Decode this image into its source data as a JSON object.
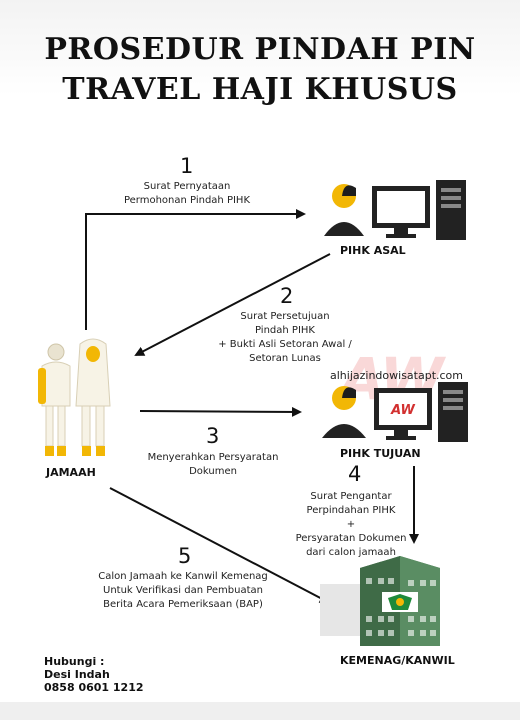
{
  "title": {
    "line1": "PROSEDUR PINDAH PIN",
    "line2": "TRAVEL HAJI KHUSUS"
  },
  "watermark": {
    "text": "AW",
    "color": "#e23a3a"
  },
  "website": "alhijazindowisatapt.com",
  "nodes": {
    "jamaah": "JAMAAH",
    "pihk_asal": "PIHK ASAL",
    "pihk_tujuan": "PIHK TUJUAN",
    "kemenag": "KEMENAG/KANWIL"
  },
  "monitor_badge": "AW",
  "steps": [
    {
      "number": "1",
      "lines": [
        "Surat Pernyataan",
        "Permohonan Pindah PIHK"
      ]
    },
    {
      "number": "2",
      "lines": [
        "Surat Persetujuan",
        "Pindah PIHK",
        "+ Bukti Asli Setoran Awal /",
        "Setoran Lunas"
      ]
    },
    {
      "number": "3",
      "lines": [
        "Menyerahkan Persyaratan",
        "Dokumen"
      ]
    },
    {
      "number": "4",
      "lines": [
        "Surat Pengantar",
        "Perpindahan PIHK",
        "+",
        "Persyaratan Dokumen",
        "dari calon jamaah"
      ]
    },
    {
      "number": "5",
      "lines": [
        "Calon Jamaah ke Kanwil Kemenag",
        "Untuk Verifikasi dan Pembuatan",
        "Berita Acara Pemeriksaan (BAP)"
      ]
    }
  ],
  "contact": {
    "label": "Hubungi :",
    "name": "Desi Indah",
    "phone": "0858 0601 1212"
  },
  "colors": {
    "building": "#4f7f57",
    "emblem": "#1e8a3a",
    "skin": "#f2b705"
  }
}
